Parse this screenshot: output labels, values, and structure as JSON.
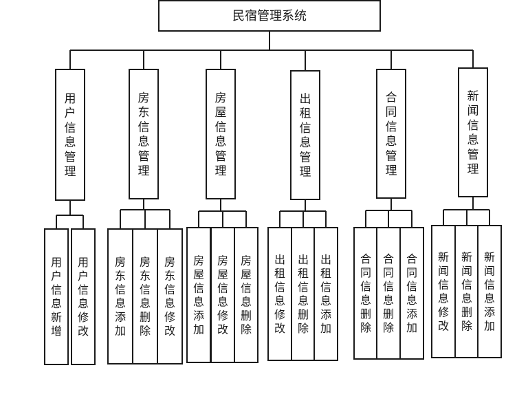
{
  "root": {
    "label": "民宿管理系统"
  },
  "modules": [
    {
      "label": "用户信息管理",
      "children": [
        "用户信息新增",
        "用户信息修改"
      ]
    },
    {
      "label": "房东信息管理",
      "children": [
        "房东信息添加",
        "房东信息删除",
        "房东信息修改"
      ]
    },
    {
      "label": "房屋信息管理",
      "children": [
        "房屋信息添加",
        "房屋信息修改",
        "房屋信息删除"
      ]
    },
    {
      "label": "出租信息管理",
      "children": [
        "出租信息修改",
        "出租信息删除",
        "出租信息添加"
      ]
    },
    {
      "label": "合同信息管理",
      "children": [
        "合同信息删除",
        "合同信息删除",
        "合同信息添加"
      ]
    },
    {
      "label": "新闻信息管理",
      "children": [
        "新闻信息修改",
        "新闻信息删除",
        "新闻信息添加"
      ]
    }
  ]
}
